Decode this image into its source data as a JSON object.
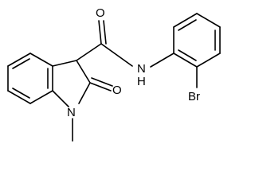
{
  "structure": {
    "atoms": {
      "carbonyl_oxygen": "O",
      "amide_nitrogen": "N",
      "amide_hydrogen": "H",
      "bromine": "Br",
      "ring_nitrogen": "N",
      "lactam_oxygen": "O"
    }
  },
  "colors": {
    "bond": "#000000",
    "label": "#000000",
    "background": "#ffffff"
  }
}
